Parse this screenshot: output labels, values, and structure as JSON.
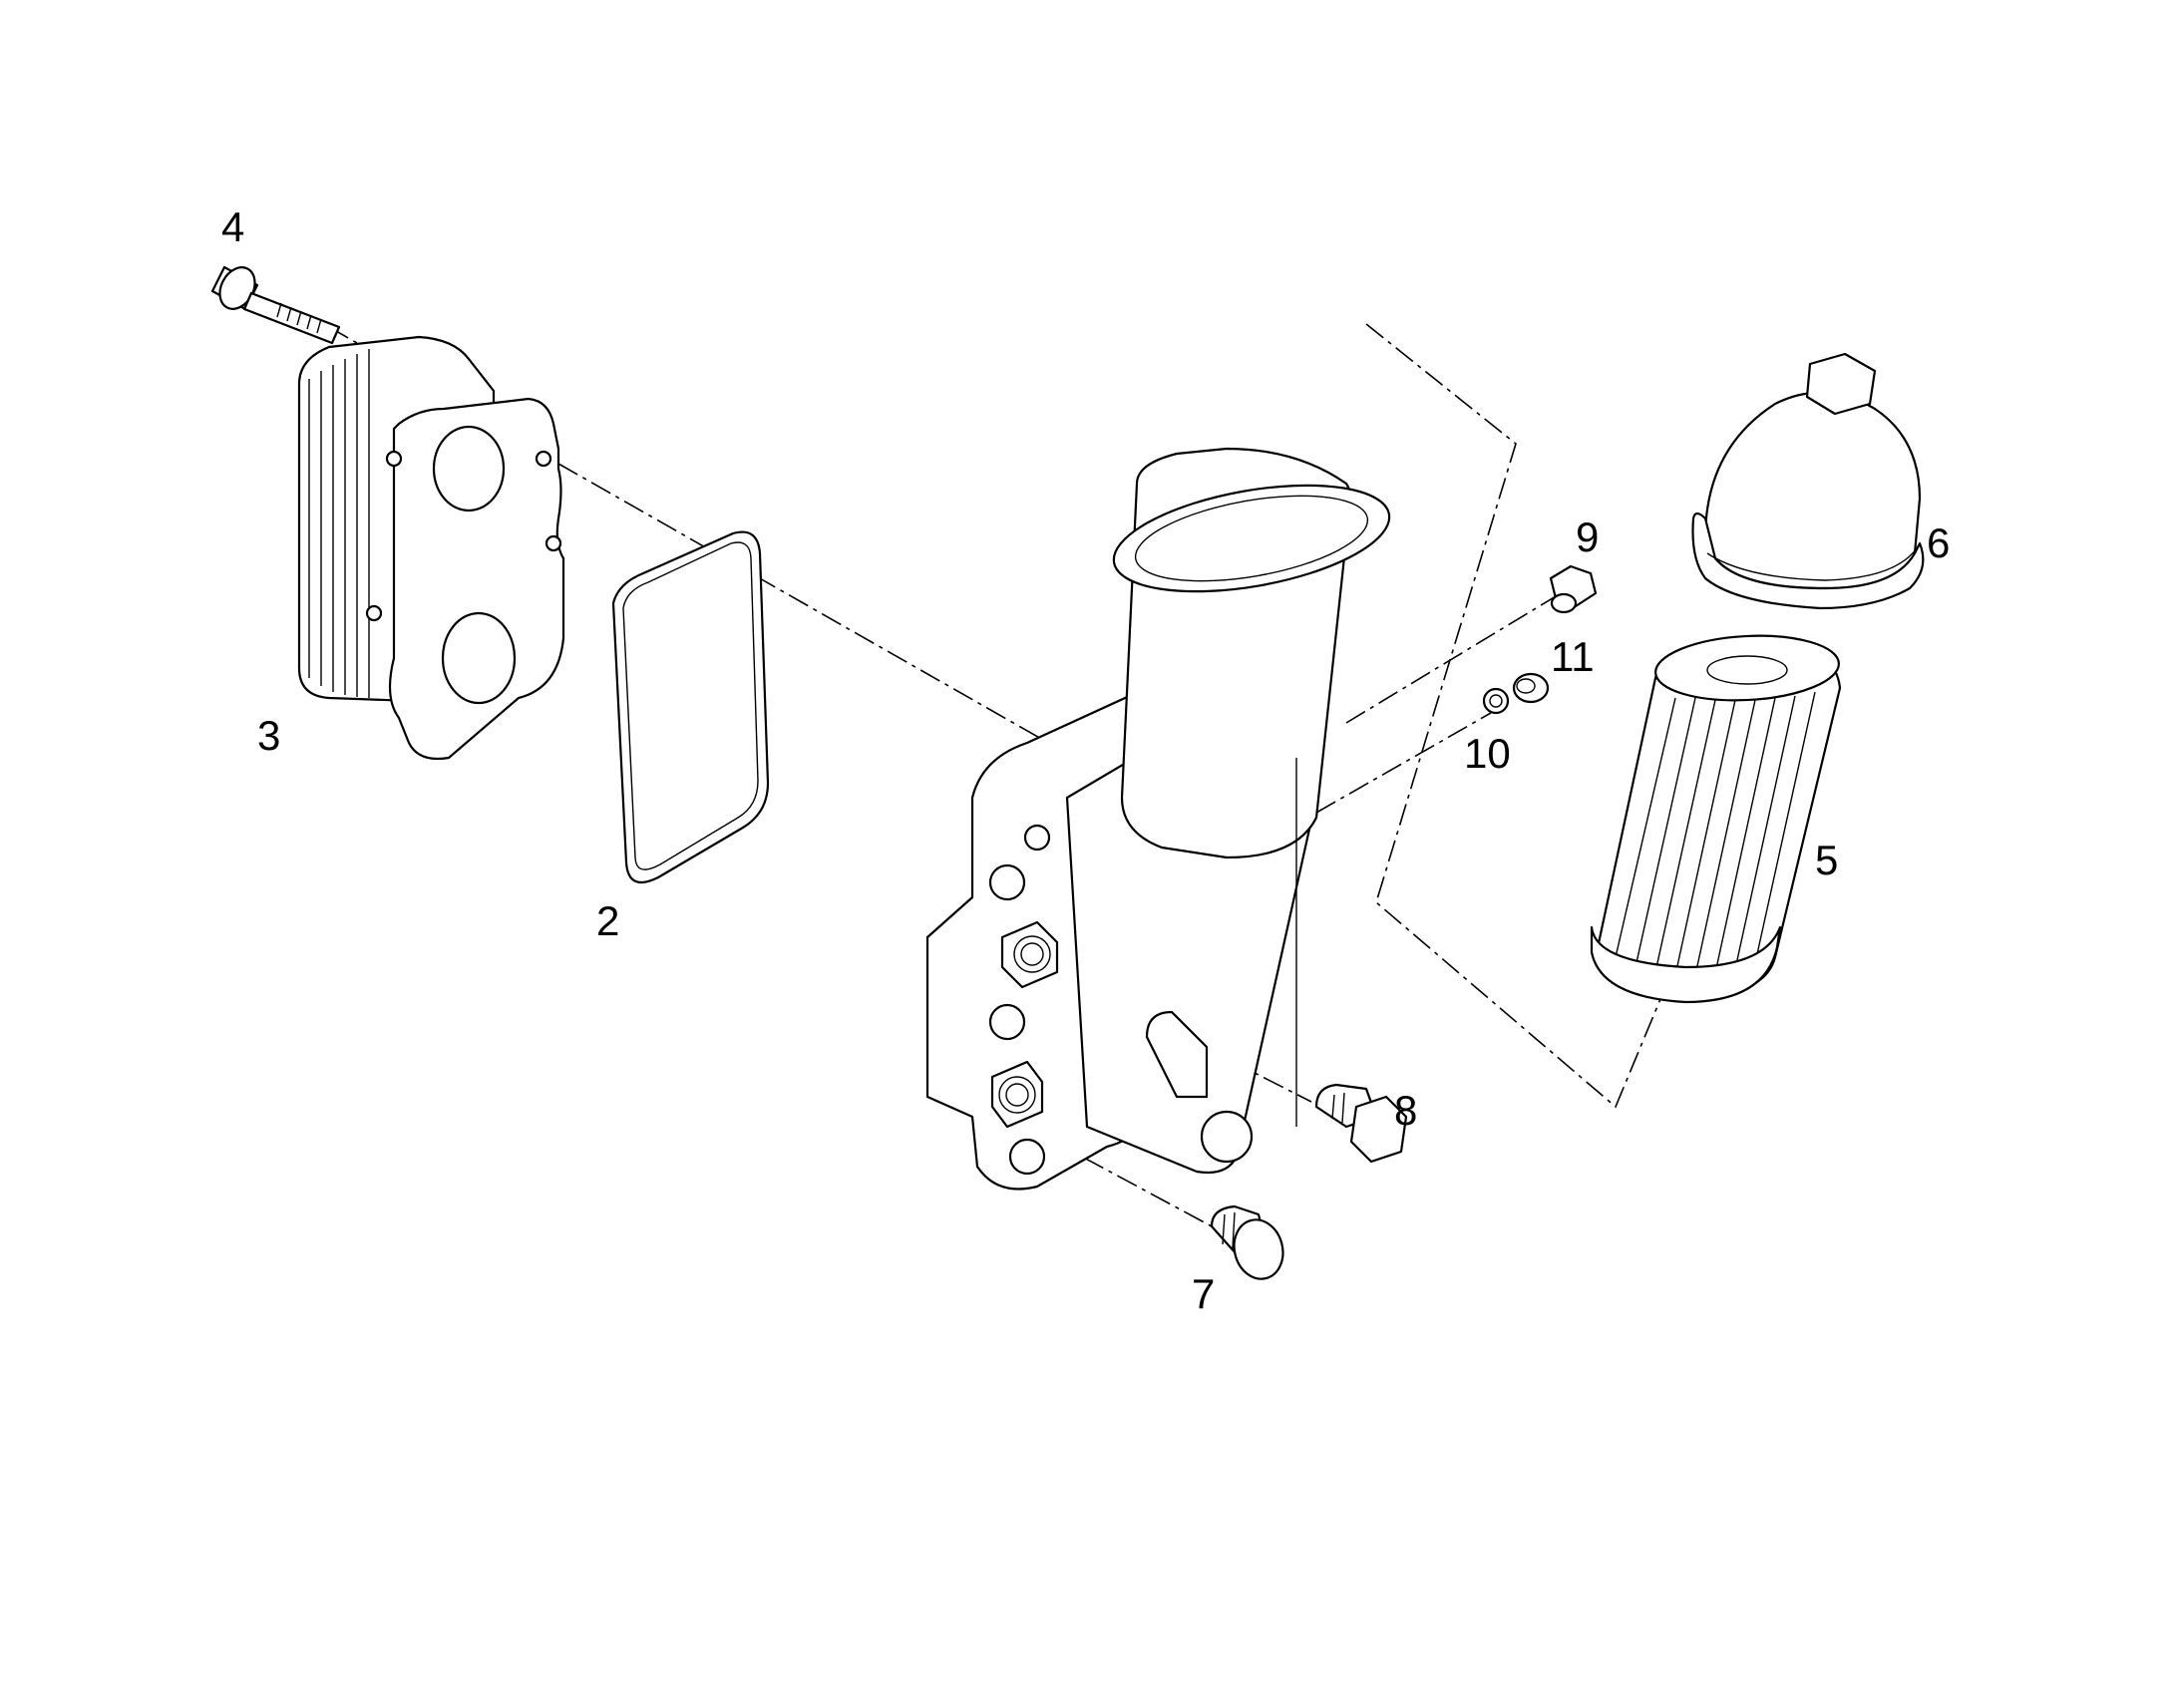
{
  "diagram": {
    "colors": {
      "line": "#000000",
      "background": "#ffffff"
    },
    "callouts": [
      {
        "id": "p2",
        "label": "2"
      },
      {
        "id": "p3",
        "label": "3"
      },
      {
        "id": "p4",
        "label": "4"
      },
      {
        "id": "p5",
        "label": "5"
      },
      {
        "id": "p6",
        "label": "6"
      },
      {
        "id": "p7",
        "label": "7"
      },
      {
        "id": "p8",
        "label": "8"
      },
      {
        "id": "p9",
        "label": "9"
      },
      {
        "id": "p10",
        "label": "10"
      },
      {
        "id": "p11",
        "label": "11"
      }
    ]
  }
}
